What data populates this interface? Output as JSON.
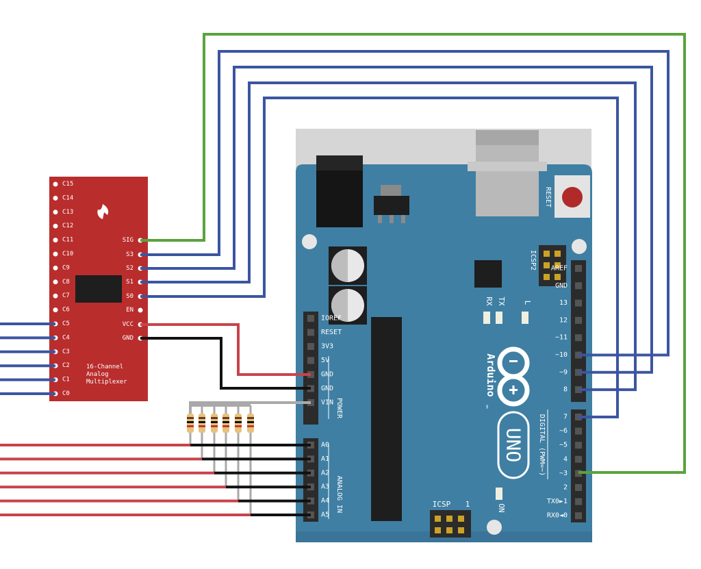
{
  "colors": {
    "wire_blue": "#3b55a0",
    "wire_green": "#5aa33d",
    "wire_red": "#c8434b",
    "wire_black": "#111111",
    "wire_gray": "#a9a9a9",
    "mux_board": "#b92d2d",
    "arduino_board": "#3f7fa3",
    "header": "#2b2b2b"
  },
  "mux": {
    "left_pins": [
      "C15",
      "C14",
      "C13",
      "C12",
      "C11",
      "C10",
      "C9",
      "C8",
      "C7",
      "C6",
      "C5",
      "C4",
      "C3",
      "C2",
      "C1",
      "C0"
    ],
    "right_pins": [
      "SIG",
      "S3",
      "S2",
      "S1",
      "S0",
      "EN",
      "VCC",
      "GND"
    ],
    "label_lines": [
      "16-Channel",
      "Analog",
      "Multiplexer"
    ]
  },
  "arduino": {
    "reset_label": "RESET",
    "icsp2_label": "ICSP2",
    "icsp_label": "ICSP",
    "icsp_pin_number": "1",
    "on_label": "ON",
    "led_labels": [
      "TX",
      "RX",
      "L"
    ],
    "brand": "Arduino",
    "trademark": "™",
    "model": "UNO",
    "digital_label": "DIGITAL (PWM=~)",
    "power_label": "POWER",
    "analog_label": "ANALOG IN",
    "digital_pins": [
      "AREF",
      "GND",
      "13",
      "12",
      "~11",
      "~10",
      "~9",
      "8",
      "7",
      "~6",
      "~5",
      "4",
      "~3",
      "2",
      "TX0►1",
      "RX0◄0"
    ],
    "power_pins": [
      "IOREF",
      "RESET",
      "3V3",
      "5V",
      "GND",
      "GND",
      "VIN"
    ],
    "analog_pins": [
      "A0",
      "A1",
      "A2",
      "A3",
      "A4",
      "A5"
    ]
  }
}
